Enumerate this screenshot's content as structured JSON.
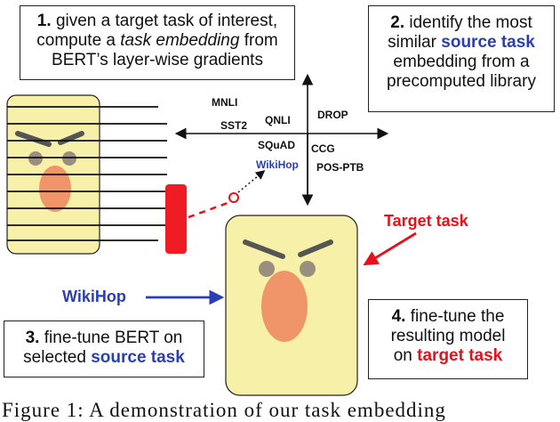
{
  "steps": {
    "step1": {
      "num": "1.",
      "line1": "given a target task of interest,",
      "line2_pre": "compute a ",
      "line2_em": "task embedding",
      "line2_post": " from",
      "line3": "BERT’s layer-wise gradients"
    },
    "step2": {
      "num": "2.",
      "line1": "identify the most",
      "line2_pre": "similar ",
      "line2_hl": "source task",
      "line3": "embedding from a",
      "line4": "precomputed library"
    },
    "step3": {
      "num": "3.",
      "line1": "fine-tune BERT on",
      "line2_pre": "selected ",
      "line2_hl": "source task"
    },
    "step4": {
      "num": "4.",
      "line1": "fine-tune the",
      "line2": "resulting model",
      "line3_pre": "on ",
      "line3_hl": "target task"
    }
  },
  "tasks": [
    "MNLI",
    "SST2",
    "QNLI",
    "DROP",
    "SQuAD",
    "CCG",
    "WikiHop",
    "POS-PTB"
  ],
  "labels": {
    "target_task": "Target task",
    "wikihop": "WikiHop"
  },
  "caption": "Figure 1: A demonstration of our task embedding",
  "colors": {
    "blue": "#2a3fb3",
    "red": "#e5121b",
    "face": "#f6f0a8",
    "nose": "#f0956a"
  }
}
